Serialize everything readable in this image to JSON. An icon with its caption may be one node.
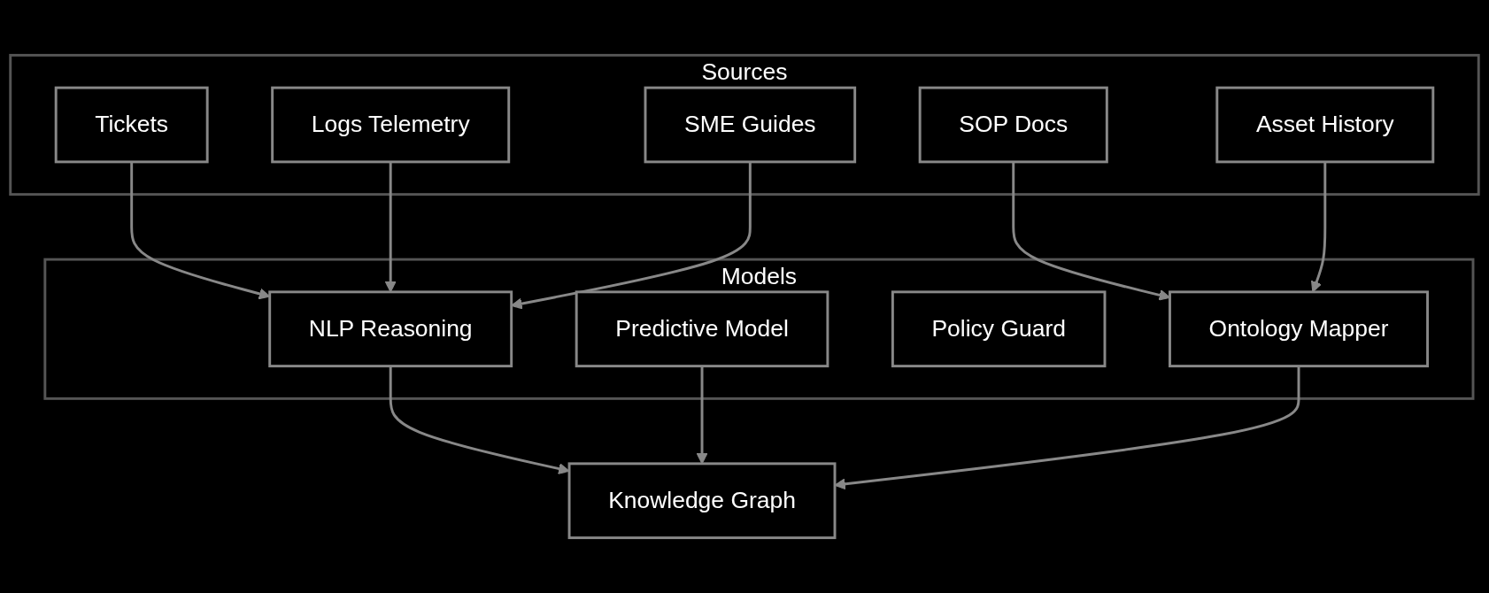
{
  "diagram": {
    "nodes": [
      {
        "text": [
          "Sources"
        ]
      },
      {
        "text": [
          "Tickets"
        ],
        "in": 0
      },
      {
        "text": [
          "Logs Telemetry"
        ],
        "in": 0
      },
      {
        "text": [
          "SME Guides"
        ],
        "in": 0
      },
      {
        "text": [
          "SOP Docs"
        ],
        "in": 0
      },
      {
        "text": [
          "Asset History"
        ],
        "in": 0
      },
      {
        "text": [
          "Models"
        ]
      },
      {
        "text": [
          "NLP Reasoning"
        ],
        "in": 6
      },
      {
        "text": [
          "Predictive Model"
        ],
        "in": 6
      },
      {
        "text": [
          "Policy Guard"
        ],
        "in": 6
      },
      {
        "text": [
          "Ontology Mapper"
        ],
        "in": 6
      },
      {
        "text": [
          "Knowledge Graph"
        ]
      }
    ],
    "edges": [
      {
        "from": 1,
        "to": 7,
        "arrow": "to"
      },
      {
        "from": 2,
        "to": 7,
        "arrow": "to"
      },
      {
        "from": 3,
        "to": 7,
        "arrow": "to"
      },
      {
        "from": 4,
        "to": 10,
        "arrow": "to"
      },
      {
        "from": 5,
        "to": 10,
        "arrow": "to"
      },
      {
        "from": 7,
        "to": 11,
        "arrow": "to"
      },
      {
        "from": 8,
        "to": 11,
        "arrow": "to"
      },
      {
        "from": 10,
        "to": 11,
        "arrow": "to"
      }
    ]
  }
}
